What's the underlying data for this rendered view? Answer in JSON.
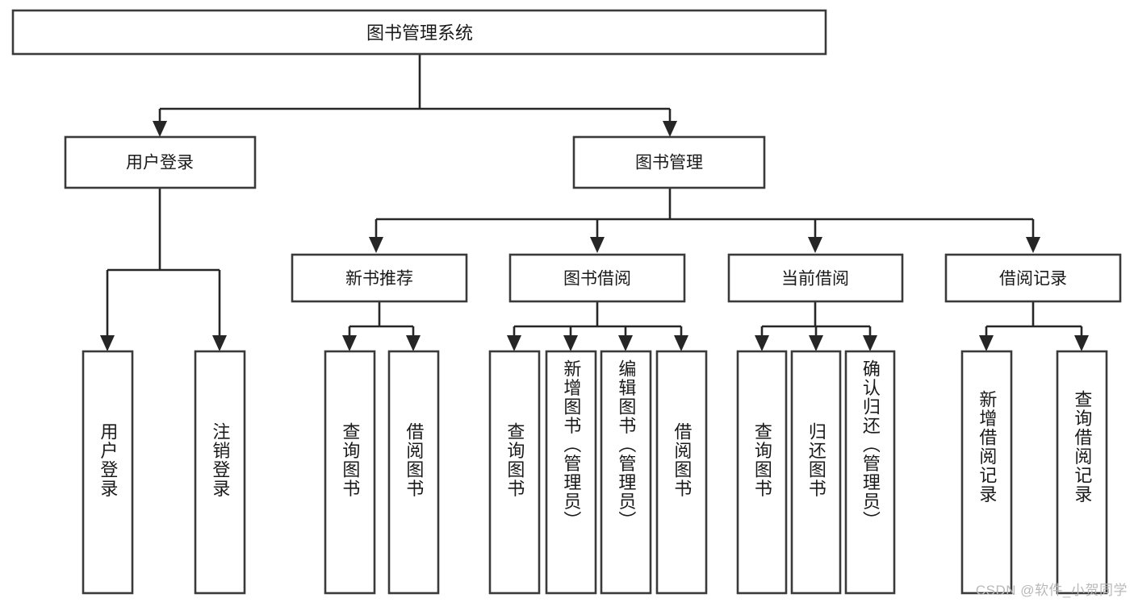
{
  "diagram": {
    "type": "tree-hierarchy",
    "title": "图书管理系统",
    "watermark": "CSDN @软件_小贺同学",
    "colors": {
      "box_stroke": "#3a3a3a",
      "connector": "#262626",
      "background": "#ffffff",
      "text": "#1a1a1a",
      "watermark": "#b9b9b9"
    },
    "root": {
      "label": "图书管理系统"
    },
    "level2": [
      {
        "id": "user-login",
        "label": "用户登录"
      },
      {
        "id": "book-manage",
        "label": "图书管理"
      }
    ],
    "level3": [
      {
        "id": "new-book-recommend",
        "label": "新书推荐",
        "parent": "book-manage"
      },
      {
        "id": "book-borrow",
        "label": "图书借阅",
        "parent": "book-manage"
      },
      {
        "id": "current-borrow",
        "label": "当前借阅",
        "parent": "book-manage"
      },
      {
        "id": "borrow-record",
        "label": "借阅记录",
        "parent": "book-manage"
      }
    ],
    "leaves": {
      "user-login": [
        {
          "id": "leaf-user-login",
          "label": "用户登录"
        },
        {
          "id": "leaf-user-logout",
          "label": "注销登录"
        }
      ],
      "new-book-recommend": [
        {
          "id": "leaf-query-book-1",
          "label": "查询图书"
        },
        {
          "id": "leaf-borrow-book-1",
          "label": "借阅图书"
        }
      ],
      "book-borrow": [
        {
          "id": "leaf-query-book-2",
          "label": "查询图书"
        },
        {
          "id": "leaf-add-book",
          "label": "新增图书（管理员）"
        },
        {
          "id": "leaf-edit-book",
          "label": "编辑图书（管理员）"
        },
        {
          "id": "leaf-borrow-book-2",
          "label": "借阅图书"
        }
      ],
      "current-borrow": [
        {
          "id": "leaf-query-book-3",
          "label": "查询图书"
        },
        {
          "id": "leaf-return-book",
          "label": "归还图书"
        },
        {
          "id": "leaf-confirm-return",
          "label": "确认归还（管理员）"
        }
      ],
      "borrow-record": [
        {
          "id": "leaf-add-record",
          "label": "新增借阅记录"
        },
        {
          "id": "leaf-query-record",
          "label": "查询借阅记录"
        }
      ]
    }
  }
}
